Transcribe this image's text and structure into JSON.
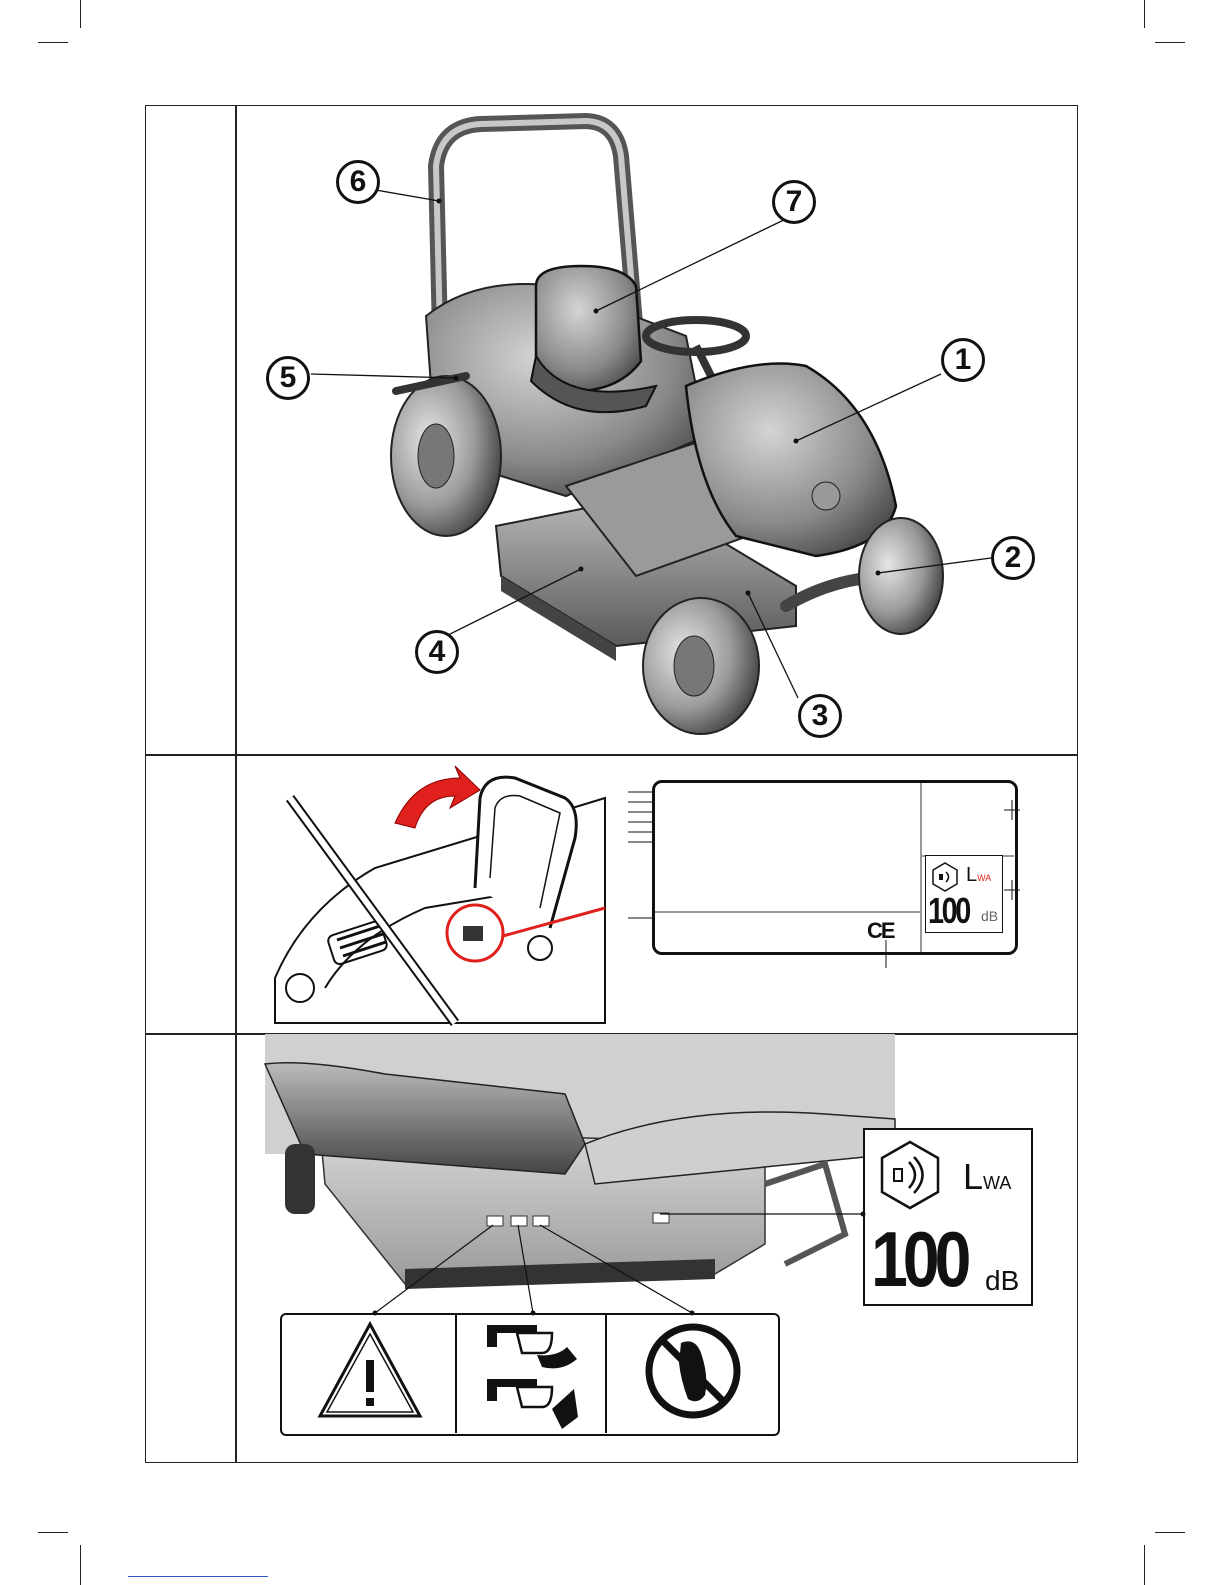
{
  "figure1": {
    "callouts": [
      "1",
      "2",
      "3",
      "4",
      "5",
      "6",
      "7"
    ]
  },
  "rating_plate": {
    "ce_mark": "CE",
    "sound_label": {
      "symbol_text": "L",
      "subscript": "WA",
      "value": "100",
      "unit": "dB"
    }
  },
  "deck_labels": {
    "sound_label": {
      "symbol_text": "L",
      "subscript": "WA",
      "value": "100",
      "unit": "dB"
    },
    "pictograms": [
      "warning-triangle-icon",
      "discharge-direction-icon",
      "no-feet-icon"
    ]
  },
  "colors": {
    "accent_red": "#e0201c",
    "ink": "#111111"
  }
}
